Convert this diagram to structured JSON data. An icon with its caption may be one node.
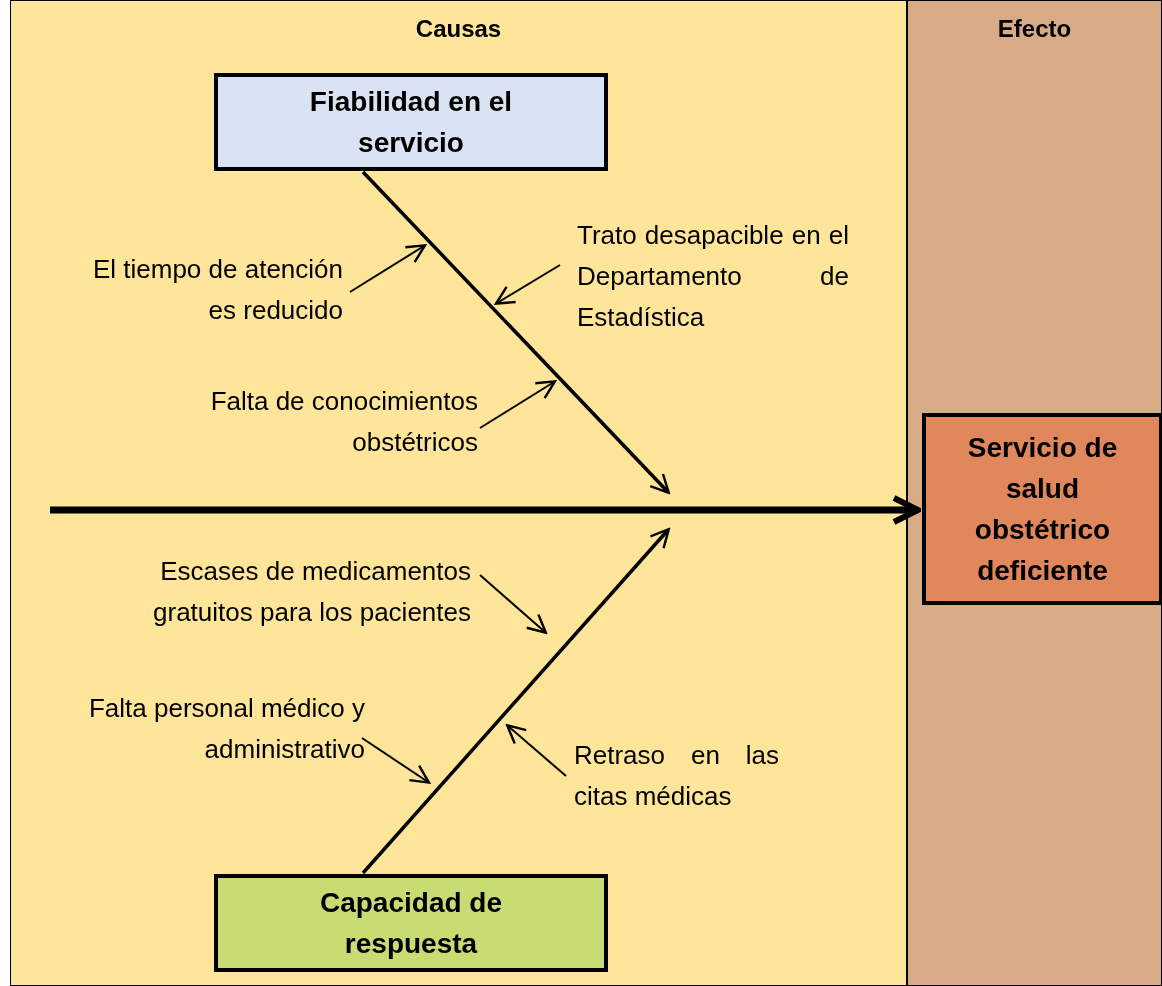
{
  "diagram": {
    "nodes": [
      {
        "text": [
          "Causas"
        ]
      },
      {
        "text": [
          "Fiabilidad en el servicio"
        ],
        "in": 0
      },
      {
        "text": [
          "El tiempo de atención es reducido"
        ],
        "in": 0
      },
      {
        "text": [
          "Trato desapacible en el Departamento de Estadística"
        ],
        "in": 0
      },
      {
        "text": [
          "Falta de conocimientos obstétricos"
        ],
        "in": 0
      },
      {
        "text": [
          "Escases de medicamentos gratuitos para los pacientes"
        ],
        "in": 0
      },
      {
        "text": [
          "Falta personal médico y administrativo"
        ],
        "in": 0
      },
      {
        "text": [
          "Retraso en las citas médicas"
        ],
        "in": 0
      },
      {
        "text": [
          "Capacidad de respuesta"
        ],
        "in": 0
      },
      {
        "text": [
          "Efecto"
        ]
      },
      {
        "text": [
          "Servicio de salud obstétrico deficiente"
        ],
        "in": 9
      }
    ],
    "edges": [
      {
        "from": 1,
        "to": null,
        "arrow": "to"
      },
      {
        "from": 8,
        "to": null,
        "arrow": "to"
      },
      {
        "from": null,
        "to": 10,
        "arrow": "to",
        "style": "thick"
      },
      {
        "from": 2,
        "to": null,
        "arrow": "to"
      },
      {
        "from": 3,
        "to": null,
        "arrow": "to"
      },
      {
        "from": 4,
        "to": null,
        "arrow": "to"
      },
      {
        "from": 5,
        "to": null,
        "arrow": "to"
      },
      {
        "from": 6,
        "to": null,
        "arrow": "to"
      },
      {
        "from": 7,
        "to": null,
        "arrow": "to"
      }
    ]
  }
}
